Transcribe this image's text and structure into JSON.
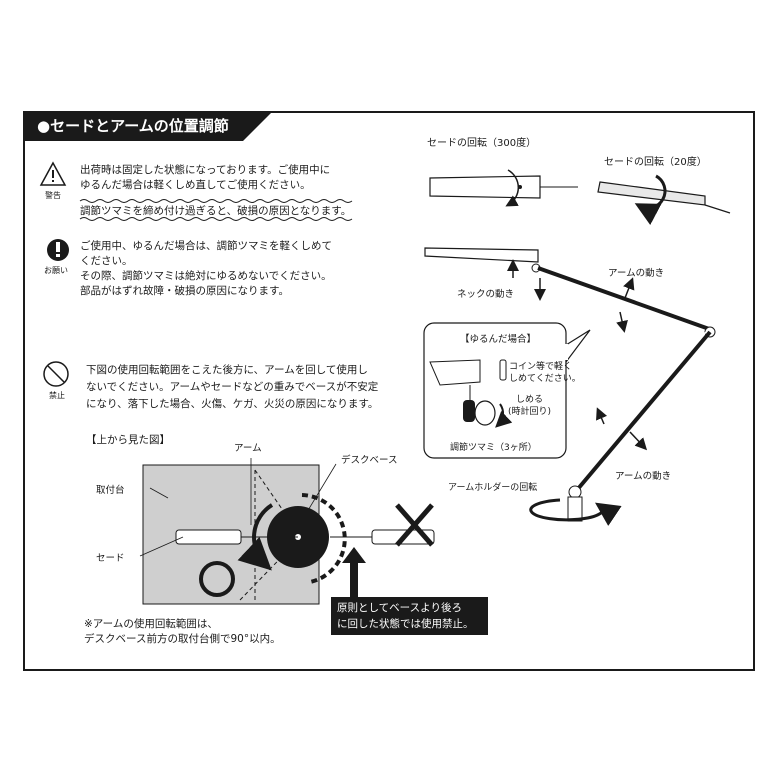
{
  "section": {
    "title": "●セードとアームの位置調節"
  },
  "warning": {
    "icon_caption": "警告",
    "lines": [
      "出荷時は固定した状態になっております。ご使用中に",
      "ゆるんだ場合は軽くしめ直してご使用ください。"
    ],
    "note": "調節ツマミを締め付け過ぎると、破損の原因となります。"
  },
  "request": {
    "icon_caption": "お願い",
    "lines": [
      "ご使用中、ゆるんだ場合は、調節ツマミを軽くしめて",
      "ください。",
      "その際、調節ツマミは絶対にゆるめないでください。",
      "部品がはずれ故障・破損の原因になります。"
    ]
  },
  "prohibition": {
    "icon_caption": "禁止",
    "lines": [
      "下図の使用回転範囲をこえた後方に、アームを回して使用し",
      "ないでください。アームやセードなどの重みでベースが不安定",
      "になり、落下した場合、火傷、ケガ、火災の原因になります。"
    ]
  },
  "top_view": {
    "title": "【上から見た図】",
    "label_arm": "アーム",
    "label_desk_base": "デスクベース",
    "label_mount": "取付台",
    "label_shade": "セード",
    "note_lines": [
      "※アームの使用回転範囲は、",
      "デスクベース前方の取付台側で90°以内。"
    ],
    "callout_lines": [
      "原則としてベースより後ろ",
      "に回した状態では使用禁止。"
    ]
  },
  "lamp_diagram": {
    "shade_rotation_300": "セードの回転（300度）",
    "shade_rotation_20": "セードの回転（20度）",
    "arm_motion_upper": "アームの動き",
    "neck_motion": "ネックの動き",
    "arm_motion_lower": "アームの動き",
    "arm_holder_rotation": "アームホルダーの回転",
    "loose_box": {
      "title": "【ゆるんだ場合】",
      "coin_lines": [
        "コイン等で軽く",
        "しめてください。"
      ],
      "tighten_lines": [
        "しめる",
        "(時計回り)"
      ],
      "knob_label": "調節ツマミ（3ヶ所）"
    }
  }
}
